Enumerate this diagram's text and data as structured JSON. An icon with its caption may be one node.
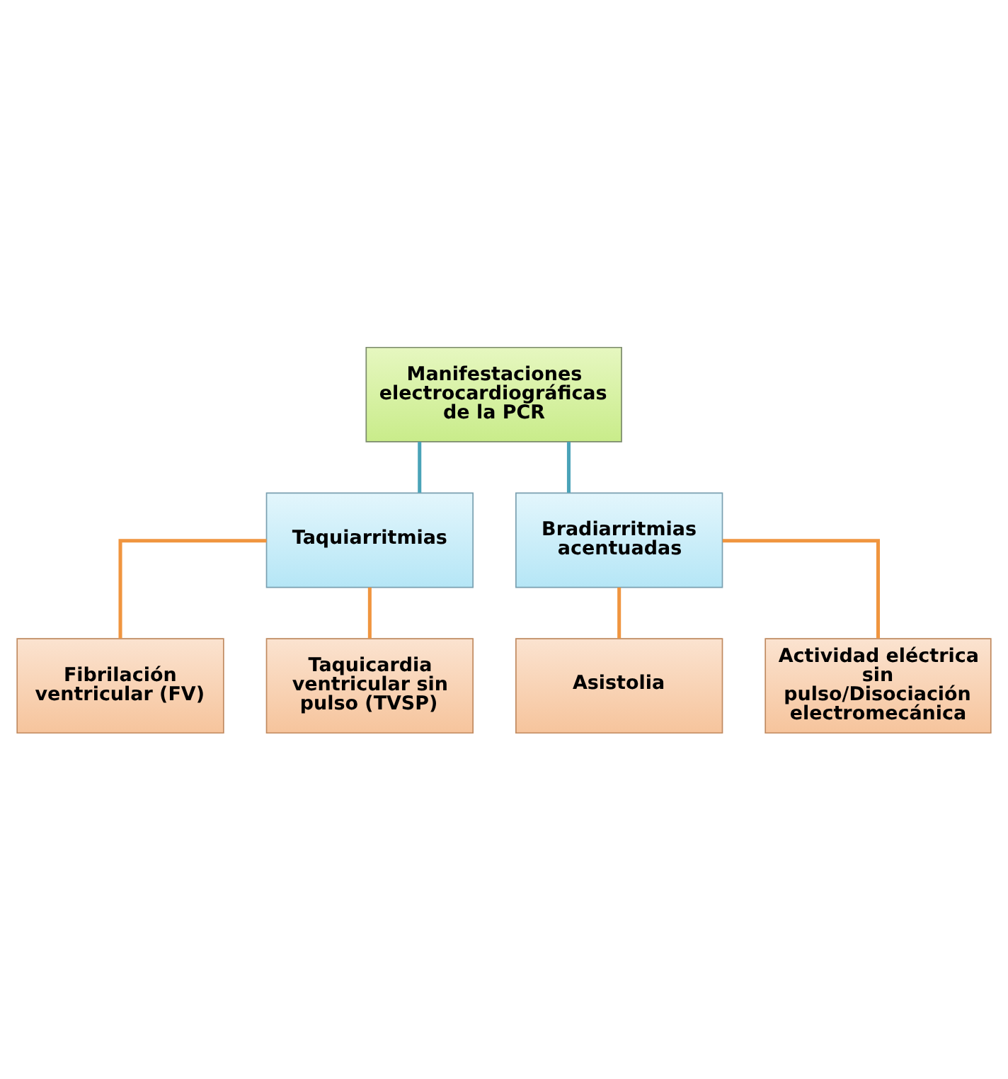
{
  "diagram": {
    "nodes": [
      {
        "text": [
          "Manifestaciones electrocardiográficas de la PCR"
        ]
      },
      {
        "text": [
          "Taquiarritmias"
        ]
      },
      {
        "text": [
          "Bradiarritmias acentuadas"
        ]
      },
      {
        "text": [
          "Fibrilación ventricular (FV)"
        ]
      },
      {
        "text": [
          "Taquicardia ventricular sin pulso (TVSP)"
        ]
      },
      {
        "text": [
          "Asistolia"
        ]
      },
      {
        "text": [
          "Actividad eléctrica sin pulso/Disociación electromecánica"
        ]
      }
    ],
    "edges": [
      {
        "from": 0,
        "to": 1,
        "arrow": "none",
        "color": "#4aa3b8"
      },
      {
        "from": 0,
        "to": 2,
        "arrow": "none",
        "color": "#4aa3b8"
      },
      {
        "from": 1,
        "to": 3,
        "arrow": "none"
      },
      {
        "from": 1,
        "to": 4,
        "arrow": "none"
      },
      {
        "from": 2,
        "to": 5,
        "arrow": "none"
      },
      {
        "from": 2,
        "to": 6,
        "arrow": "none"
      }
    ]
  }
}
